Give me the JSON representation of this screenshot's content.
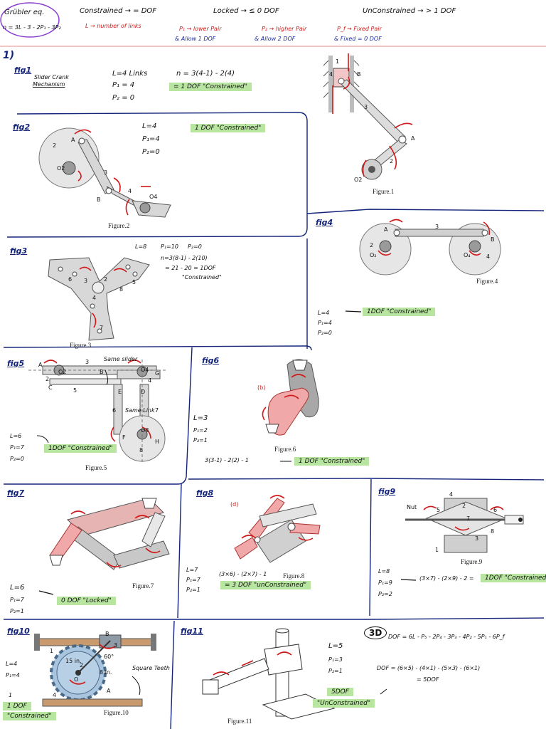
{
  "header": {
    "gruebler_title": "Grübler eq.",
    "gruebler_formula": "n = 3L - 3 - 2P₁ - 3P₂",
    "constrained": "Constrained → = DOF",
    "locked": "Locked → ≤ 0 DOF",
    "unconstrained": "UnConstrained → > 1 DOF",
    "legend_L": "L → number of links",
    "legend_P1": "P₁ → lower Pair",
    "legend_P1_allow": "& Allow 1 DOF",
    "legend_P2": "P₂ → higher Pair",
    "legend_P2_allow": "& Allow 2 DOF",
    "legend_Pf": "P_f → Fixed Pair",
    "legend_Pf_note": "& Fixed = 0 DOF",
    "section": "1)"
  },
  "fig1": {
    "tag": "fig1",
    "name_line1": "Slider Crank",
    "name_line2": "Mechanism",
    "L": "L=4 Links",
    "P1": "P₁ = 4",
    "P2": "P₂ = 0",
    "calc": "n = 3(4-1) - 2(4)",
    "result": "= 1 DOF \"Constrained\"",
    "caption": "Figure.1",
    "labels": {
      "l1": "1",
      "l2": "2",
      "l3": "3",
      "l4": "4",
      "A": "A",
      "B": "B",
      "O2": "O2"
    }
  },
  "fig2": {
    "tag": "fig2",
    "L": "L=4",
    "P1": "P₁=4",
    "P2": "P₂=0",
    "result": "1 DOF \"Constrained\"",
    "caption": "Figure.2",
    "labels": {
      "l2": "2",
      "l3": "3",
      "l4": "4",
      "A": "A",
      "B": "B",
      "O2": "O2",
      "O4": "O4"
    }
  },
  "fig3": {
    "tag": "fig3",
    "L": "L=8",
    "P1": "P₁=10",
    "P2": "P₂=0",
    "calc1": "n=3(8-1) - 2(10)",
    "calc2": "= 21 - 20 = 1DOF",
    "result": "\"Constrained\"",
    "caption": "Figure.3",
    "labels": {
      "l2": "2",
      "l3": "3",
      "l4": "4",
      "l5": "5",
      "l6": "6",
      "l7": "7",
      "l8": "8"
    }
  },
  "fig4": {
    "tag": "fig4",
    "L": "L=4",
    "P1": "P₁=4",
    "P2": "P₂=0",
    "result": "1DOF \"Constrained\"",
    "caption": "Figure.4",
    "labels": {
      "l2": "2",
      "l3": "3",
      "l4": "4",
      "A": "A",
      "B": "B",
      "O2": "O₂",
      "O4": "O₄"
    }
  },
  "fig5": {
    "tag": "fig5",
    "L": "L=6",
    "P1": "P₁=7",
    "P2": "P₂=0",
    "result": "1DOF \"Constrained\"",
    "caption": "Figure.5",
    "note1": "Same slider",
    "note2": "Same Link",
    "labels": {
      "A": "A",
      "B": "B",
      "C": "C",
      "D": "D",
      "E": "E",
      "F": "F",
      "G": "G",
      "H": "H",
      "O2": "O2",
      "O4": "O4",
      "O8": "O8",
      "l2": "2",
      "l3": "3",
      "l4": "4",
      "l5": "5",
      "l6": "6",
      "l7": "7",
      "l8": "8"
    }
  },
  "fig6": {
    "tag": "fig6",
    "L": "L=3",
    "P1": "P₁=2",
    "P2": "P₂=1",
    "calc": "3(3-1) - 2(2) - 1",
    "result": "1 DOF \"Constrained\"",
    "caption": "Figure.6",
    "sub": "(b)"
  },
  "fig7": {
    "tag": "fig7",
    "L": "L=6",
    "P1": "P₁=7",
    "P2": "P₂=1",
    "result": "0 DOF \"Locked\"",
    "caption": "Figure.7"
  },
  "fig8": {
    "tag": "fig8",
    "L": "L=7",
    "P1": "P₁=7",
    "P2": "P₂=1",
    "calc": "(3×6) - (2×7) - 1",
    "result": "= 3 DOF \"unConstrained\"",
    "caption": "Figure.8",
    "sub": "(d)"
  },
  "fig9": {
    "tag": "fig9",
    "L": "L=8",
    "P1": "P₁=9",
    "P2": "P₂=2",
    "calc": "(3×7) - (2×9) - 2 =",
    "result": "1DOF \"Constrained\"",
    "caption": "Figure.9",
    "nut": "Nut",
    "labels": {
      "l1": "1",
      "l2": "2",
      "l3": "3",
      "l4": "4",
      "l5": "5",
      "l6": "6",
      "l7": "7",
      "l8": "8"
    }
  },
  "fig10": {
    "tag": "fig10",
    "L": "L=4",
    "P1": "P₁=4",
    "result_l1": "1",
    "result_l2": "1 DOF",
    "result_l3": "\"Constrained\"",
    "caption": "Figure.10",
    "note": "Square Teeth",
    "labels": {
      "B": "B",
      "A": "A",
      "O": "O",
      "l1": "1",
      "l2": "2",
      "l3": "3",
      "l4": "4",
      "angle": "60°",
      "dim1": "15 in.",
      "dim2": "8 in."
    }
  },
  "fig11": {
    "tag": "fig11",
    "L": "L=5",
    "P1": "P₁=3",
    "P2": "P₂=1",
    "result_l1": "5DOF",
    "result_l2": "\"UnConstrained\"",
    "caption": "Figure.11",
    "badge": "3D",
    "formula": "DOF = 6L - P₅ - 2P₄ - 3P₃ - 4P₂ - 5P₁ - 6P_f",
    "calc1": "DOF = (6×5) - (4×1) - (5×3) - (6×1)",
    "calc2": "= 5DOF"
  }
}
